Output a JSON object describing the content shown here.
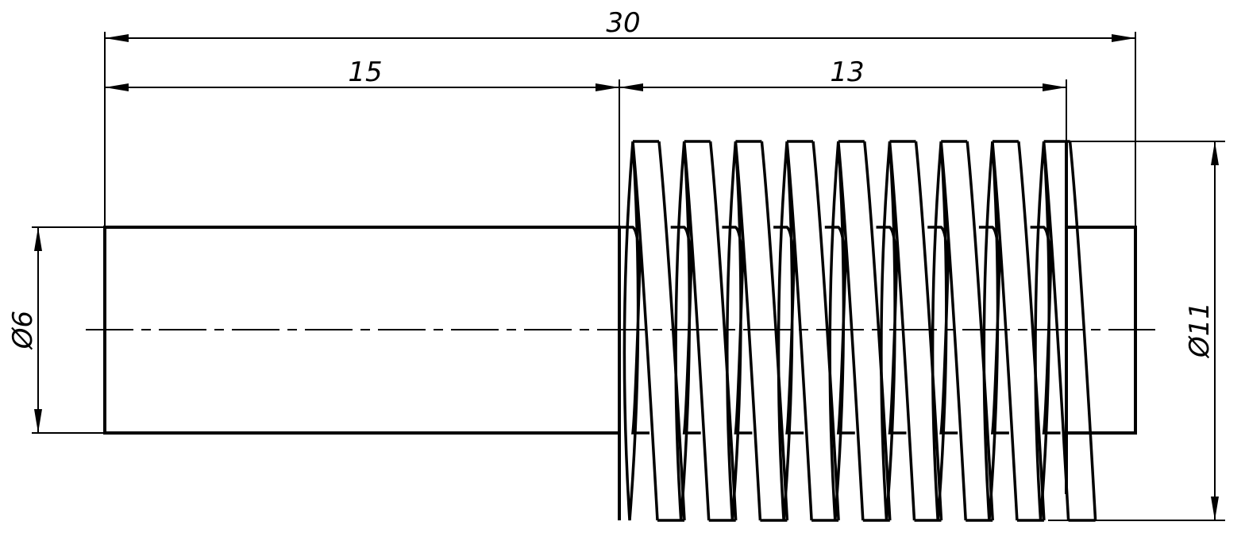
{
  "dimensions": {
    "overall_length": "30",
    "shaft_length": "15",
    "thread_length": "13",
    "shaft_diameter": "Ø6",
    "thread_diameter": "Ø11"
  },
  "thread": {
    "visible_turns": 9
  },
  "colors": {
    "line": "#000000",
    "background": "#ffffff"
  }
}
